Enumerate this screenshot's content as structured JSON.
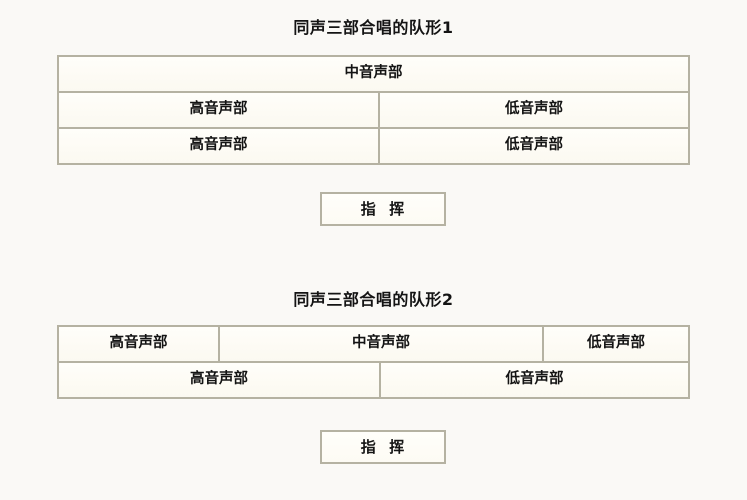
{
  "page": {
    "background_color": "#faf9f6",
    "border_color": "#b5b2a2",
    "text_color": "#141414"
  },
  "sections": [
    {
      "title": "同声三部合唱的队形1",
      "table": {
        "rows": [
          {
            "cells": [
              {
                "label": "中音声部"
              }
            ]
          },
          {
            "cells": [
              {
                "label": "高音声部"
              },
              {
                "label": "低音声部"
              }
            ]
          },
          {
            "cells": [
              {
                "label": "高音声部"
              },
              {
                "label": "低音声部"
              }
            ]
          }
        ]
      },
      "conductor": {
        "label": "指  挥"
      }
    },
    {
      "title": "同声三部合唱的队形2",
      "table": {
        "rows": [
          {
            "cells": [
              {
                "label": "高音声部"
              },
              {
                "label": "中音声部"
              },
              {
                "label": "低音声部"
              }
            ]
          },
          {
            "cells": [
              {
                "label": "高音声部"
              },
              {
                "label": "低音声部"
              }
            ]
          }
        ]
      },
      "conductor": {
        "label": "指  挥"
      }
    }
  ]
}
